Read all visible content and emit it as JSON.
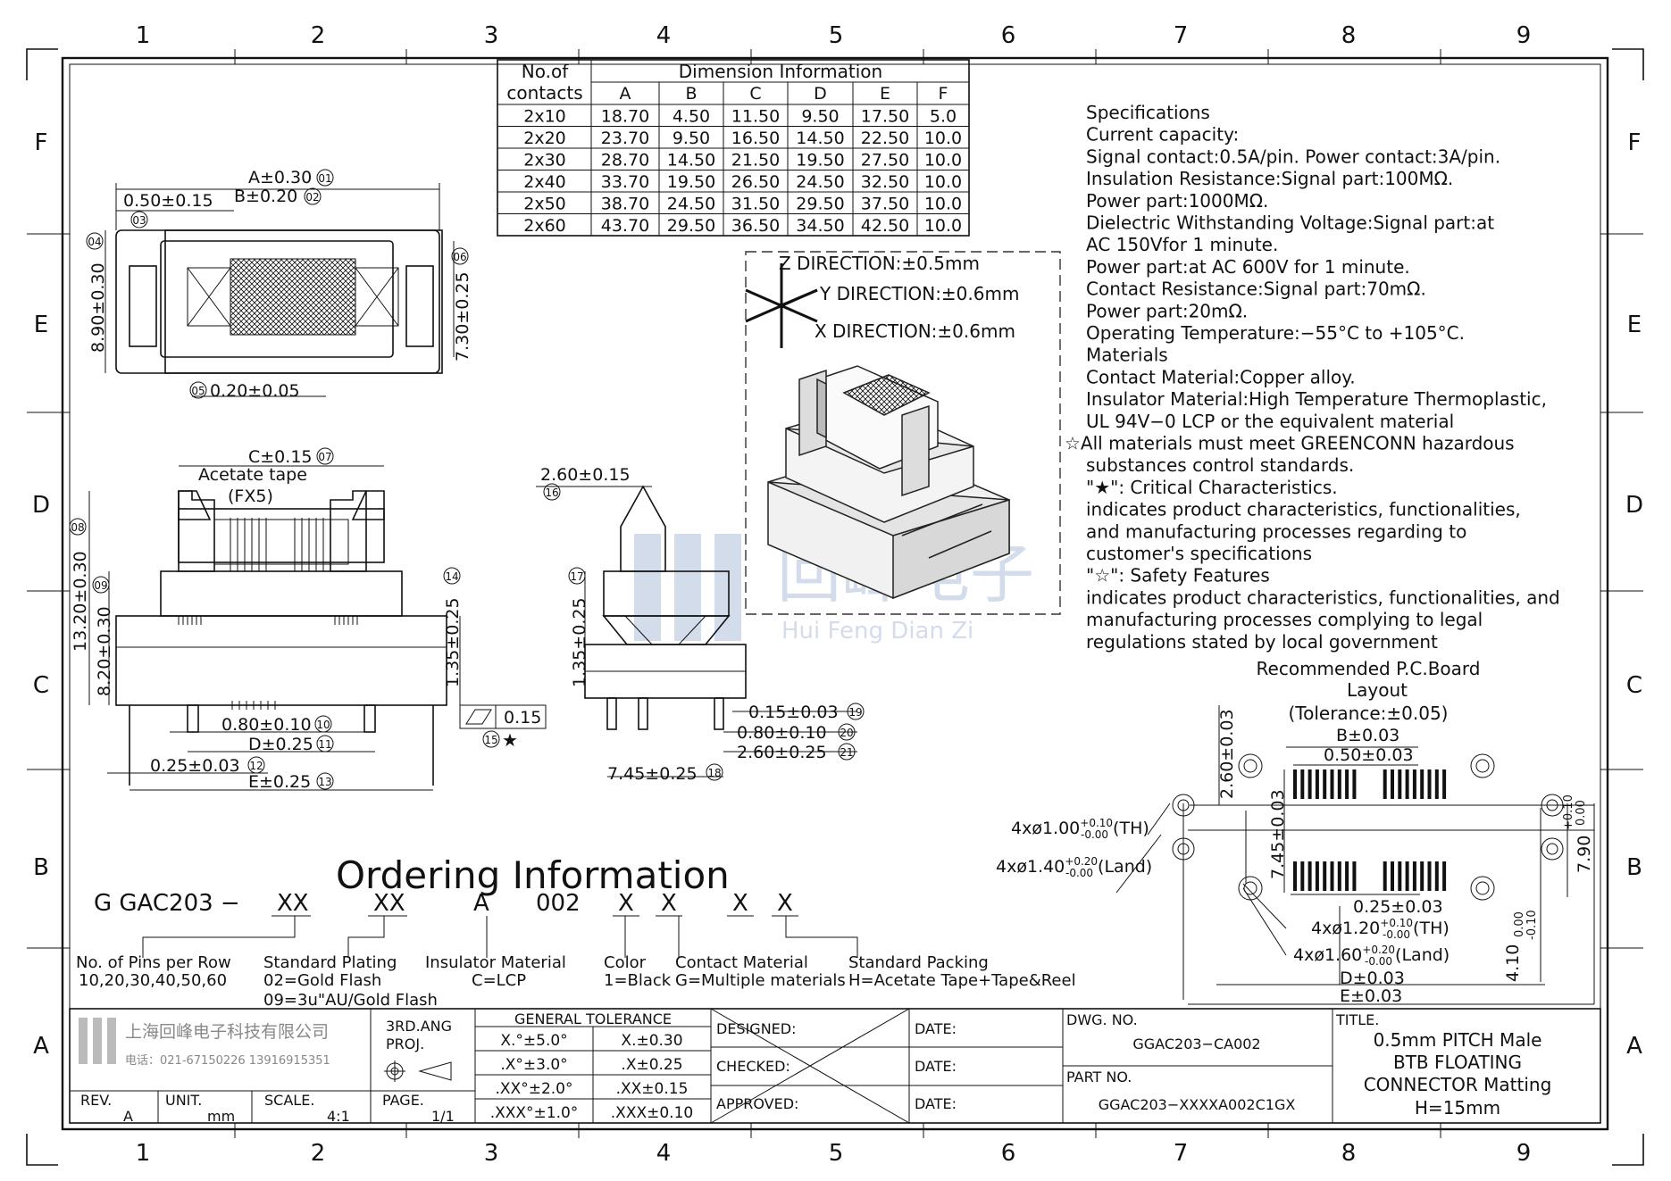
{
  "border": {
    "columns": [
      "1",
      "2",
      "3",
      "4",
      "5",
      "6",
      "7",
      "8",
      "9"
    ],
    "rows": [
      "F",
      "E",
      "D",
      "C",
      "B",
      "A"
    ]
  },
  "dimension_table": {
    "header_contacts_1": "No.of",
    "header_contacts_2": "contacts",
    "header_info": "Dimension  Information",
    "columns": [
      "A",
      "B",
      "C",
      "D",
      "E",
      "F"
    ],
    "rows": [
      [
        "2x10",
        "18.70",
        "4.50",
        "11.50",
        "9.50",
        "17.50",
        "5.0"
      ],
      [
        "2x20",
        "23.70",
        "9.50",
        "16.50",
        "14.50",
        "22.50",
        "10.0"
      ],
      [
        "2x30",
        "28.70",
        "14.50",
        "21.50",
        "19.50",
        "27.50",
        "10.0"
      ],
      [
        "2x40",
        "33.70",
        "19.50",
        "26.50",
        "24.50",
        "32.50",
        "10.0"
      ],
      [
        "2x50",
        "38.70",
        "24.50",
        "31.50",
        "29.50",
        "37.50",
        "10.0"
      ],
      [
        "2x60",
        "43.70",
        "29.50",
        "36.50",
        "34.50",
        "42.50",
        "10.0"
      ]
    ]
  },
  "specifications": [
    "Specifications",
    "Current  capacity:",
    "Signal  contact:0.5A/pin.  Power  contact:3A/pin.",
    "Insulation  Resistance:Signal  part:100MΩ.",
    "Power  part:1000MΩ.",
    "Dielectric  Withstanding  Voltage:Signal  part:at",
    "AC  150Vfor  1  minute.",
    "Power  part:at  AC  600V  for  1  minute.",
    "Contact  Resistance:Signal  part:70mΩ.",
    "Power  part:20mΩ.",
    "Operating  Temperature:−55°C  to  +105°C.",
    "Materials",
    "Contact  Material:Copper  alloy.",
    "Insulator  Material:High  Temperature  Thermoplastic,",
    "UL  94V−0  LCP  or  the  equivalent  material",
    "☆All  materials  must  meet  GREENCONN  hazardous",
    "substances  control  standards.",
    "\"★\":  Critical  Characteristics.",
    "indicates  product  characteristics,  functionalities,",
    "and  manufacturing  processes  regarding  to",
    "customer's  specifications",
    "\"☆\":  Safety  Features",
    "indicates  product  characteristics,  functionalities,  and",
    "manufacturing  processes  complying  to  legal",
    "regulations  stated  by  local  government"
  ],
  "direction_box": {
    "z": "Z  DIRECTION:±0.5mm",
    "y": "Y  DIRECTION:±0.6mm",
    "x": "X  DIRECTION:±0.6mm"
  },
  "top_view": {
    "dim_a": "A±0.30",
    "dim_a_n": "01",
    "dim_pitch": "0.50±0.15",
    "dim_pitch_n": "03",
    "dim_b": "B±0.20",
    "dim_b_n": "02",
    "dim_h": "8.90±0.30",
    "dim_h_n": "04",
    "dim_h2": "7.30±0.25",
    "dim_h2_n": "06",
    "dim_pin": "0.20±0.05",
    "dim_pin_n": "05"
  },
  "front_view": {
    "dim_c": "C±0.15",
    "dim_c_n": "07",
    "tape_label": "Acetate  tape",
    "tape_code": "(FX5)",
    "dim_height": "13.20±0.30",
    "dim_height_n": "08",
    "dim_body": "8.20±0.30",
    "dim_body_n": "09",
    "dim_135": "1.35±0.25",
    "dim_135_n": "14",
    "dim_080": "0.80±0.10",
    "dim_080_n": "10",
    "dim_d": "D±0.25",
    "dim_d_n": "11",
    "dim_025": "0.25±0.03",
    "dim_025_n": "12",
    "dim_e": "E±0.25",
    "dim_e_n": "13",
    "flatness": "0.15",
    "flatness_n": "15",
    "star": "★"
  },
  "side_view": {
    "dim_260": "2.60±0.15",
    "dim_260_n": "16",
    "dim_135": "1.35±0.25",
    "dim_135_n": "17",
    "dim_745": "7.45±0.25",
    "dim_745_n": "18",
    "dim_015": "0.15±0.03",
    "dim_015_n": "19",
    "dim_080": "0.80±0.10",
    "dim_080_n": "20",
    "dim_260b": "2.60±0.25",
    "dim_260b_n": "21"
  },
  "pcb_layout": {
    "title1": "Recommended  P.C.Board",
    "title2": "Layout",
    "tolerance": "(Tolerance:±0.05)",
    "dim_b": "B±0.03",
    "dim_pitch": "0.50±0.03",
    "dim_260": "2.60±0.03",
    "dim_745": "7.45±0.03",
    "dim_790": "7.90",
    "dim_790_tol_up": "+0.10",
    "dim_790_tol_dn": "0.00",
    "dim_025": "0.25±0.03",
    "dim_410": "4.10",
    "dim_410_tol_up": "0.00",
    "dim_410_tol_dn": "-0.10",
    "dim_d": "D±0.03",
    "dim_e": "E±0.03",
    "hole_th_a": "4xø1.00",
    "hole_th_a_tol_up": "+0.10",
    "hole_th_a_tol_dn": "-0.00",
    "hole_th_a_suffix": "(TH)",
    "land_a": "4xø1.40",
    "land_a_tol_up": "+0.20",
    "land_a_tol_dn": "-0.00",
    "land_a_suffix": "(Land)",
    "hole_th_b": "4xø1.20",
    "hole_th_b_tol_up": "+0.10",
    "hole_th_b_tol_dn": "-0.00",
    "hole_th_b_suffix": "(TH)",
    "land_b": "4xø1.60",
    "land_b_tol_up": "+0.20",
    "land_b_tol_dn": "-0.00",
    "land_b_suffix": "(Land)"
  },
  "watermark": {
    "cn": "回峰电子",
    "en": "Hui Feng Dian Zi"
  },
  "ordering": {
    "title": "Ordering  Information",
    "code": [
      "G  GAC203  −",
      "XX",
      "XX",
      "A",
      "002",
      "X",
      "X",
      "X",
      "X"
    ],
    "labels": [
      {
        "l1": "No.  of  Pins  per  Row",
        "l2": "10,20,30,40,50,60",
        "l3": ""
      },
      {
        "l1": "Standard  Plating",
        "l2": "02=Gold  Flash",
        "l3": "09=3u\"AU/Gold  Flash"
      },
      {
        "l1": "Insulator  Material",
        "l2": "C=LCP",
        "l3": ""
      },
      {
        "l1": "Color",
        "l2": "1=Black",
        "l3": ""
      },
      {
        "l1": "Contact  Material",
        "l2": "G=Multiple  materials",
        "l3": ""
      },
      {
        "l1": "Standard  Packing",
        "l2": "H=Acetate  Tape+Tape&Reel",
        "l3": ""
      }
    ]
  },
  "title_block": {
    "company_cn": "上海回峰电子科技有限公司",
    "phone": "电话：021-67150226  13916915351",
    "angle_1": "3RD.ANG",
    "angle_2": "PROJ.",
    "general_tolerance": "GENERAL  TOLERANCE",
    "tol_left": [
      "X.°±5.0°",
      ".X°±3.0°",
      ".XX°±2.0°",
      ".XXX°±1.0°"
    ],
    "tol_right": [
      "X.±0.30",
      ".X±0.25",
      ".XX±0.15",
      ".XXX±0.10"
    ],
    "designed": "DESIGNED:",
    "checked": "CHECKED:",
    "approved": "APPROVED:",
    "date": "DATE:",
    "dwg_no_label": "DWG.  NO.",
    "dwg_no": "GGAC203−CA002",
    "part_no_label": "PART  NO.",
    "part_no": "GGAC203−XXXXA002C1GX",
    "title_label": "TITLE.",
    "title_lines": [
      "0.5mm  PITCH  Male",
      "BTB  FLOATING",
      "CONNECTOR  Matting",
      "H=15mm"
    ],
    "rev_label": "REV.",
    "rev": "A",
    "unit_label": "UNIT.",
    "unit": "mm",
    "scale_label": "SCALE.",
    "scale": "4:1",
    "page_label": "PAGE.",
    "page": "1/1"
  }
}
